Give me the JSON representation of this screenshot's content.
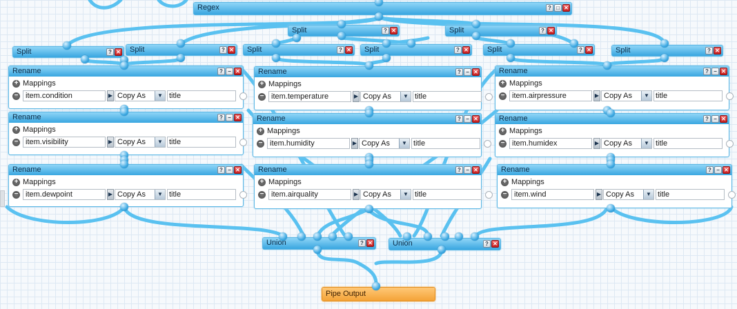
{
  "icons": {
    "help": "?",
    "minimize": "−",
    "maximize": "□",
    "close": "✕",
    "add": "+",
    "remove": "−",
    "select_arrow": "▶",
    "dropdown": "▼"
  },
  "colors": {
    "wire": "#52bff0",
    "module_title": "#39a6e0",
    "output_title": "#f4a338",
    "close_button": "#c81d1d"
  },
  "regex": {
    "title": "Regex"
  },
  "splits": [
    {
      "title": "Split"
    },
    {
      "title": "Split"
    },
    {
      "title": "Split"
    },
    {
      "title": "Split"
    },
    {
      "title": "Split"
    },
    {
      "title": "Split"
    },
    {
      "title": "Split"
    },
    {
      "title": "Split"
    }
  ],
  "renames": [
    {
      "title": "Rename",
      "mappings_label": "Mappings",
      "field": "item.condition",
      "mode": "Copy As",
      "target": "title"
    },
    {
      "title": "Rename",
      "mappings_label": "Mappings",
      "field": "item.temperature",
      "mode": "Copy As",
      "target": "title"
    },
    {
      "title": "Rename",
      "mappings_label": "Mappings",
      "field": "item.airpressure",
      "mode": "Copy As",
      "target": "title"
    },
    {
      "title": "Rename",
      "mappings_label": "Mappings",
      "field": "item.visibility",
      "mode": "Copy As",
      "target": "title"
    },
    {
      "title": "Rename",
      "mappings_label": "Mappings",
      "field": "item.humidity",
      "mode": "Copy As",
      "target": "title"
    },
    {
      "title": "Rename",
      "mappings_label": "Mappings",
      "field": "item.humidex",
      "mode": "Copy As",
      "target": "title"
    },
    {
      "title": "Rename",
      "mappings_label": "Mappings",
      "field": "item.dewpoint",
      "mode": "Copy As",
      "target": "title"
    },
    {
      "title": "Rename",
      "mappings_label": "Mappings",
      "field": "item.airquality",
      "mode": "Copy As",
      "target": "title"
    },
    {
      "title": "Rename",
      "mappings_label": "Mappings",
      "field": "item.wind",
      "mode": "Copy As",
      "target": "title"
    }
  ],
  "unions": [
    {
      "title": "Union"
    },
    {
      "title": "Union"
    }
  ],
  "output": {
    "title": "Pipe Output"
  }
}
